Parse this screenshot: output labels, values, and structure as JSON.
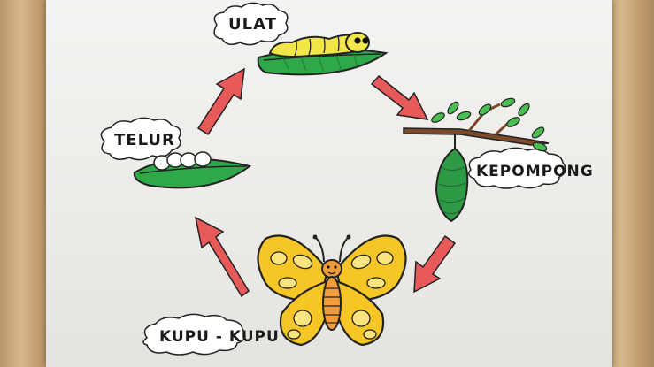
{
  "diagram": {
    "stages": [
      {
        "id": "ulat",
        "label": "ULAT"
      },
      {
        "id": "kepompong",
        "label": "KEPOMPONG"
      },
      {
        "id": "kupu",
        "label": "KUPU - KUPU"
      },
      {
        "id": "telur",
        "label": "TELUR"
      }
    ],
    "colors": {
      "leaf": "#2fa84a",
      "caterpillar": "#f2e64a",
      "butterfly": "#f6c526",
      "body": "#f39a3a",
      "arrow": "#e8595a",
      "branch": "#7a4b2a",
      "chrysalis": "#2f9a45"
    }
  }
}
